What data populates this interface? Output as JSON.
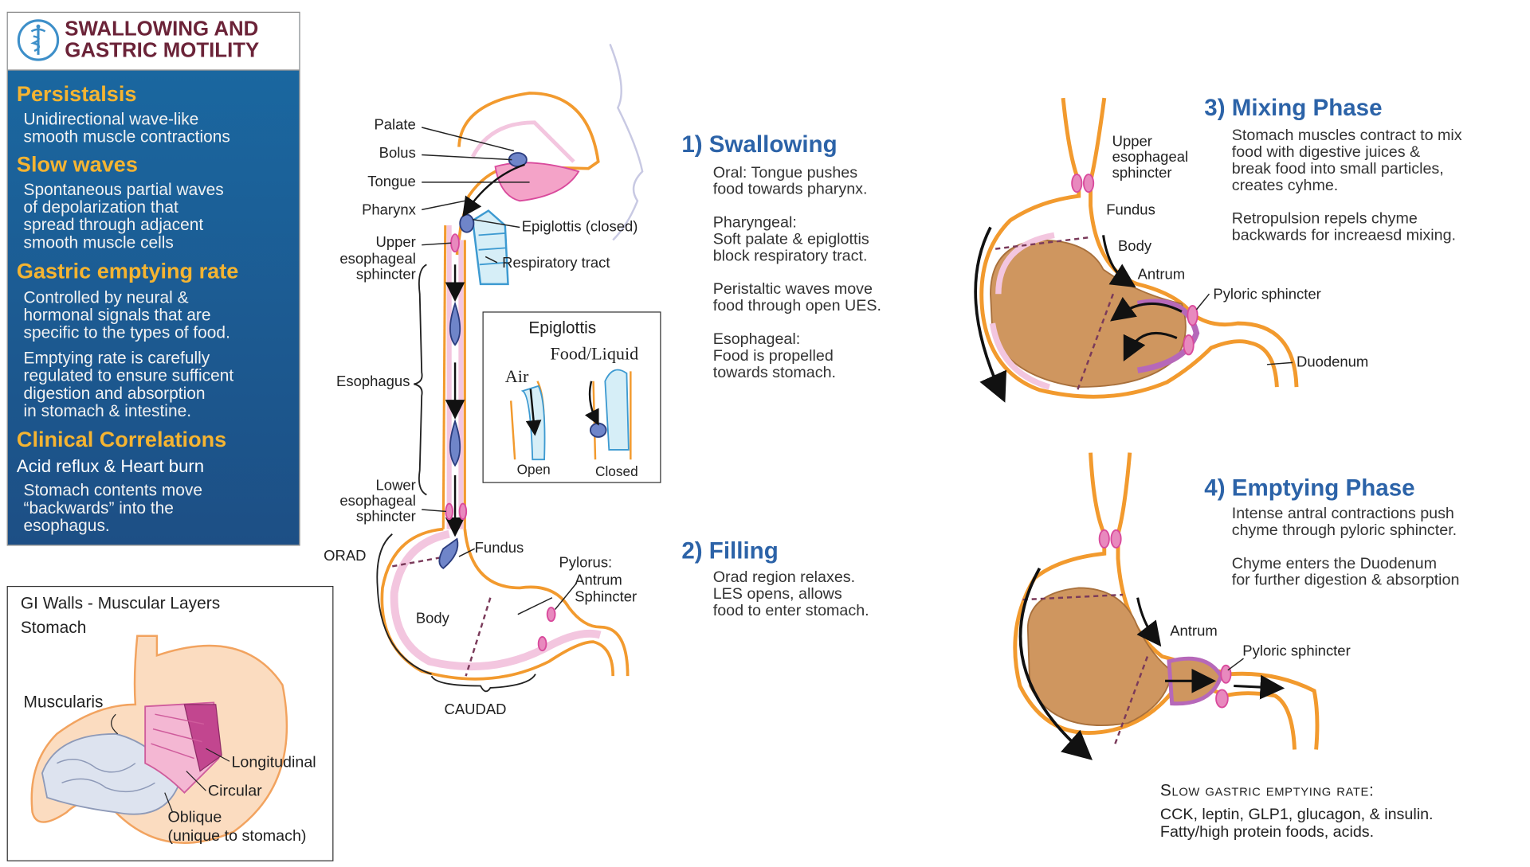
{
  "header": {
    "title": "SWALLOWING AND GASTRIC MOTILITY",
    "logo_icon": "caduceus-icon"
  },
  "info": {
    "peristalsis_heading": "Persistalsis",
    "peristalsis_text": "Unidirectional wave-like\nsmooth muscle contractions",
    "slow_waves_heading": "Slow waves",
    "slow_waves_text": "Spontaneous partial waves\nof depolarization that\nspread through adjacent\nsmooth muscle cells",
    "gastric_heading": "Gastric emptying rate",
    "gastric_text_1": "Controlled by neural &\nhormonal signals that are\nspecific to the types of food.",
    "gastric_text_2": "Emptying rate is carefully\nregulated to ensure sufficent\ndigestion and absorption\nin stomach & intestine.",
    "clinical_heading": "Clinical Correlations",
    "clinical_sub": "Acid reflux & Heart burn",
    "clinical_text": "Stomach contents move\n“backwards” into the\nesophagus."
  },
  "layers": {
    "title": "GI Walls - Muscular Layers",
    "subtitle": "Stomach",
    "muscularis": "Muscularis",
    "longitudinal": "Longitudinal",
    "circular": "Circular",
    "oblique": "Oblique",
    "oblique_note": "(unique to stomach)"
  },
  "anatomy": {
    "palate": "Palate",
    "bolus": "Bolus",
    "tongue": "Tongue",
    "pharynx": "Pharynx",
    "epiglottis_closed": "Epiglottis (closed)",
    "ues_1": "Upper",
    "ues_2": "esophageal",
    "ues_3": "sphincter",
    "respiratory": "Respiratory tract",
    "esophagus": "Esophagus",
    "les_1": "Lower",
    "les_2": "esophageal",
    "les_3": "sphincter",
    "orad": "ORAD",
    "fundus": "Fundus",
    "body": "Body",
    "pylorus_1": "Pylorus:",
    "pylorus_2": "Antrum",
    "pylorus_3": "Sphincter",
    "caudad": "CAUDAD"
  },
  "epiglottis_box": {
    "title": "Epiglottis",
    "air": "Air",
    "food": "Food/Liquid",
    "open": "Open",
    "closed": "Closed"
  },
  "phase1": {
    "title": "1)  Swallowing",
    "p1": "Oral: Tongue pushes\nfood towards pharynx.",
    "p2": "Pharyngeal:\nSoft palate & epiglottis\nblock respiratory tract.",
    "p3": "Peristaltic waves move\nfood through open UES.",
    "p4": "Esophageal:\nFood is propelled\ntowards stomach."
  },
  "phase2": {
    "title": "2)  Filling",
    "p1": "Orad region relaxes.\nLES opens, allows\nfood to enter stomach."
  },
  "phase3": {
    "title": "3)  Mixing Phase",
    "p1": "Stomach muscles contract to mix\nfood with digestive juices &\nbreak food into small particles,\ncreates cyhme.",
    "p2": "Retropulsion repels chyme\nbackwards for increaesd mixing.",
    "ues_1": "Upper",
    "ues_2": "esophageal",
    "ues_3": "sphincter",
    "fundus": "Fundus",
    "body": "Body",
    "antrum": "Antrum",
    "pyloric": "Pyloric sphincter",
    "duodenum": "Duodenum"
  },
  "phase4": {
    "title": "4)  Emptying Phase",
    "p1": "Intense antral contractions push\nchyme through pyloric sphincter.",
    "p2": "Chyme enters the Duodenum\nfor further digestion & absorption",
    "antrum": "Antrum",
    "pyloric": "Pyloric  sphincter"
  },
  "slow_emptying": {
    "heading": "Slow gastric emptying rate:",
    "line1": "CCK, leptin, GLP1, glucagon, & insulin.",
    "line2": "Fatty/high protein foods, acids."
  },
  "colors": {
    "wall": "#f29a2e",
    "lining": "#f3c6df",
    "food": "#cf965f",
    "sphincter": "#d94a9c",
    "title_blue": "#2c63a8"
  }
}
